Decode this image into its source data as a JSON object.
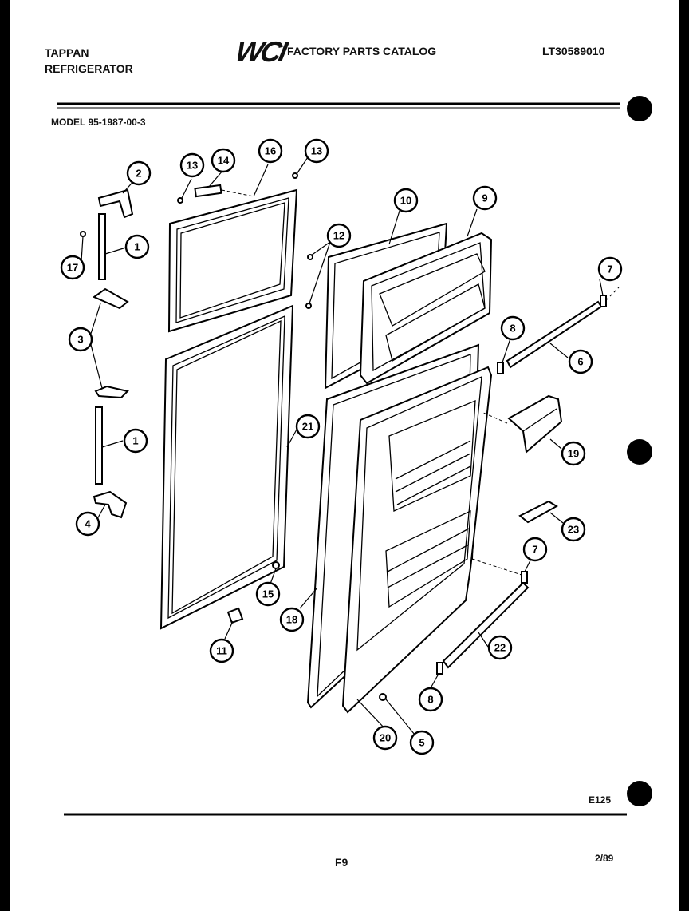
{
  "header": {
    "brand_line1": "TAPPAN",
    "brand_line2": "REFRIGERATOR",
    "logo": "WCI",
    "catalog_title": "FACTORY PARTS CATALOG",
    "catalog_number": "LT30589010",
    "model": "MODEL 95-1987-00-3"
  },
  "callouts": [
    {
      "id": "c1a",
      "label": "1"
    },
    {
      "id": "c1b",
      "label": "1"
    },
    {
      "id": "c2",
      "label": "2"
    },
    {
      "id": "c3",
      "label": "3"
    },
    {
      "id": "c4",
      "label": "4"
    },
    {
      "id": "c5",
      "label": "5"
    },
    {
      "id": "c6",
      "label": "6"
    },
    {
      "id": "c7a",
      "label": "7"
    },
    {
      "id": "c7b",
      "label": "7"
    },
    {
      "id": "c8a",
      "label": "8"
    },
    {
      "id": "c8b",
      "label": "8"
    },
    {
      "id": "c9",
      "label": "9"
    },
    {
      "id": "c10",
      "label": "10"
    },
    {
      "id": "c11",
      "label": "11"
    },
    {
      "id": "c12",
      "label": "12"
    },
    {
      "id": "c13a",
      "label": "13"
    },
    {
      "id": "c13b",
      "label": "13"
    },
    {
      "id": "c14",
      "label": "14"
    },
    {
      "id": "c15",
      "label": "15"
    },
    {
      "id": "c16",
      "label": "16"
    },
    {
      "id": "c17",
      "label": "17"
    },
    {
      "id": "c18",
      "label": "18"
    },
    {
      "id": "c19",
      "label": "19"
    },
    {
      "id": "c20",
      "label": "20"
    },
    {
      "id": "c21",
      "label": "21"
    },
    {
      "id": "c22",
      "label": "22"
    },
    {
      "id": "c23",
      "label": "23"
    }
  ],
  "footer": {
    "code": "E125",
    "page": "F9",
    "date": "2/89"
  }
}
